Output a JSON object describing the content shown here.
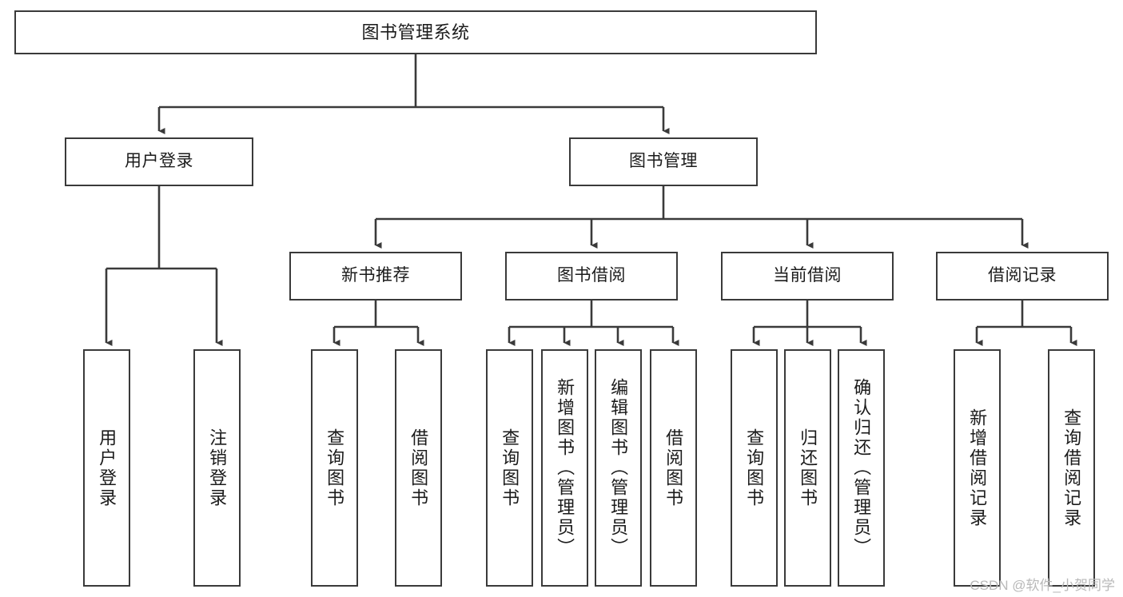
{
  "diagram": {
    "type": "tree-hierarchy-diagram",
    "title": "图书管理系统",
    "watermark": "CSDN @软件_小贺同学",
    "colors": {
      "box_border": "#3a3a3a",
      "box_fill": "#ffffff",
      "connector": "#3a3a3a",
      "text": "#1b1b1b",
      "background": "#ffffff",
      "watermark": "#b9b9b9"
    },
    "nodes": {
      "root": {
        "label": "图书管理系统"
      },
      "level2": [
        {
          "label": "用户登录"
        },
        {
          "label": "图书管理"
        }
      ],
      "level3": [
        {
          "label": "新书推荐"
        },
        {
          "label": "图书借阅"
        },
        {
          "label": "当前借阅"
        },
        {
          "label": "借阅记录"
        }
      ],
      "leaves": {
        "user_login": [
          {
            "label": "用户登录"
          },
          {
            "label": "注销登录"
          }
        ],
        "new_book_recommend": [
          {
            "label": "查询图书"
          },
          {
            "label": "借阅图书"
          }
        ],
        "book_borrow": [
          {
            "label": "查询图书"
          },
          {
            "label": "新增图书（管理员）"
          },
          {
            "label": "编辑图书（管理员）"
          },
          {
            "label": "借阅图书"
          }
        ],
        "current_borrow": [
          {
            "label": "查询图书"
          },
          {
            "label": "归还图书"
          },
          {
            "label": "确认归还（管理员）"
          }
        ],
        "borrow_record": [
          {
            "label": "新增借阅记录"
          },
          {
            "label": "查询借阅记录"
          }
        ]
      }
    }
  }
}
